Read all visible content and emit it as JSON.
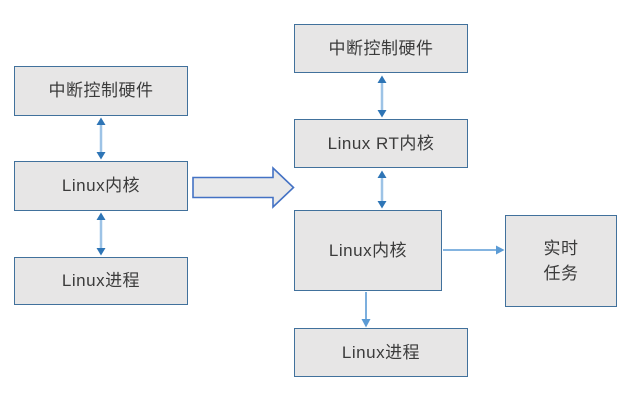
{
  "diagram": {
    "description": "Linux single-kernel architecture transformed into dual-kernel real-time (RT) architecture",
    "boxes": {
      "left": [
        {
          "id": "left-interrupt-hw",
          "label": "中断控制硬件"
        },
        {
          "id": "left-linux-kernel",
          "label": "Linux内核"
        },
        {
          "id": "left-linux-process",
          "label": "Linux进程"
        }
      ],
      "right": [
        {
          "id": "right-interrupt-hw",
          "label": "中断控制硬件"
        },
        {
          "id": "right-linux-rt-kernel",
          "label": "Linux RT内核"
        },
        {
          "id": "right-linux-kernel",
          "label": "Linux内核"
        },
        {
          "id": "right-linux-process",
          "label": "Linux进程"
        }
      ],
      "realtime_task": {
        "id": "realtime-task",
        "label": "实时\n任务"
      }
    },
    "edges": [
      {
        "from": "left-interrupt-hw",
        "to": "left-linux-kernel",
        "type": "bidirectional"
      },
      {
        "from": "left-linux-kernel",
        "to": "left-linux-process",
        "type": "bidirectional"
      },
      {
        "from": "left-stack",
        "to": "right-stack",
        "type": "big-transform-arrow"
      },
      {
        "from": "right-interrupt-hw",
        "to": "right-linux-rt-kernel",
        "type": "bidirectional"
      },
      {
        "from": "right-linux-rt-kernel",
        "to": "right-linux-kernel",
        "type": "bidirectional"
      },
      {
        "from": "right-linux-kernel",
        "to": "right-linux-process",
        "type": "single-down"
      },
      {
        "from": "right-linux-kernel",
        "to": "realtime-task",
        "type": "single-right"
      }
    ],
    "colors": {
      "box_fill": "#E7E6E6",
      "box_border": "#41719C",
      "bidi_arrow_shaft": "#9DC3E6",
      "bidi_arrow_head": "#2E75B6",
      "single_arrow": "#5B9BD5",
      "big_arrow_fill": "#E9E9E9",
      "big_arrow_border": "#4472C4",
      "text": "#3B3B3B",
      "background": "#FFFFFF"
    }
  }
}
